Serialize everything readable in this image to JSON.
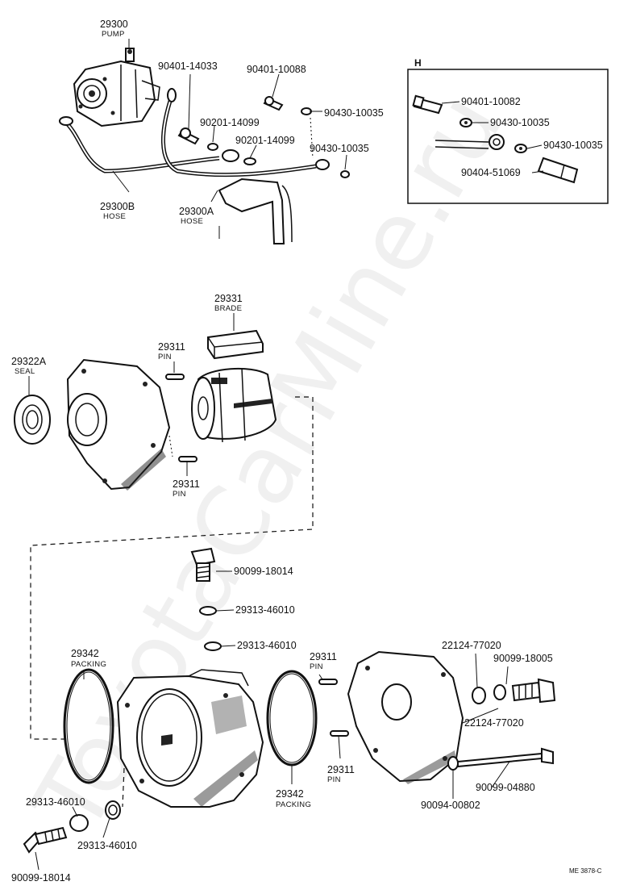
{
  "watermark": "ToyotaCarMine.ru",
  "inset": {
    "label": "H"
  },
  "drawing_code": "ME  3878-C",
  "callouts": [
    {
      "id": "pump",
      "number": "29300",
      "name": "PUMP"
    },
    {
      "id": "hose-b",
      "number": "29300B",
      "name": "HOSE"
    },
    {
      "id": "hose-a",
      "number": "29300A",
      "name": "HOSE"
    },
    {
      "id": "bolt-14033",
      "number": "90401-14033"
    },
    {
      "id": "bolt-10088",
      "number": "90401-10088"
    },
    {
      "id": "clamp-14099-a",
      "number": "90201-14099"
    },
    {
      "id": "clamp-14099-b",
      "number": "90201-14099"
    },
    {
      "id": "washer-10035-a",
      "number": "90430-10035"
    },
    {
      "id": "washer-10035-b",
      "number": "90430-10035"
    },
    {
      "id": "h-bolt-10082",
      "number": "90401-10082"
    },
    {
      "id": "h-washer-10035-a",
      "number": "90430-10035"
    },
    {
      "id": "h-washer-10035-b",
      "number": "90430-10035"
    },
    {
      "id": "h-union-51069",
      "number": "90404-51069"
    },
    {
      "id": "blade",
      "number": "29331",
      "name": "BRADE"
    },
    {
      "id": "seal",
      "number": "29322A",
      "name": "SEAL"
    },
    {
      "id": "pin-upper",
      "number": "29311",
      "name": "PIN"
    },
    {
      "id": "pin-lower",
      "number": "29311",
      "name": "PIN"
    },
    {
      "id": "bolt-18014-top",
      "number": "90099-18014"
    },
    {
      "id": "washer-46010-a",
      "number": "29313-46010"
    },
    {
      "id": "washer-46010-b",
      "number": "29313-46010"
    },
    {
      "id": "packing-left",
      "number": "29342",
      "name": "PACKING"
    },
    {
      "id": "packing-right",
      "number": "29342",
      "name": "PACKING"
    },
    {
      "id": "pin-plate-top",
      "number": "29311",
      "name": "PIN"
    },
    {
      "id": "pin-plate-bottom",
      "number": "29311",
      "name": "PIN"
    },
    {
      "id": "gasket-77020-a",
      "number": "22124-77020"
    },
    {
      "id": "gasket-77020-b",
      "number": "22124-77020"
    },
    {
      "id": "bolt-18005",
      "number": "90099-18005"
    },
    {
      "id": "bolt-04880",
      "number": "90099-04880"
    },
    {
      "id": "washer-00802",
      "number": "90094-00802"
    },
    {
      "id": "washer-46010-c",
      "number": "29313-46010"
    },
    {
      "id": "washer-46010-d",
      "number": "29313-46010"
    },
    {
      "id": "bolt-18014-bottom",
      "number": "90099-18014"
    }
  ]
}
